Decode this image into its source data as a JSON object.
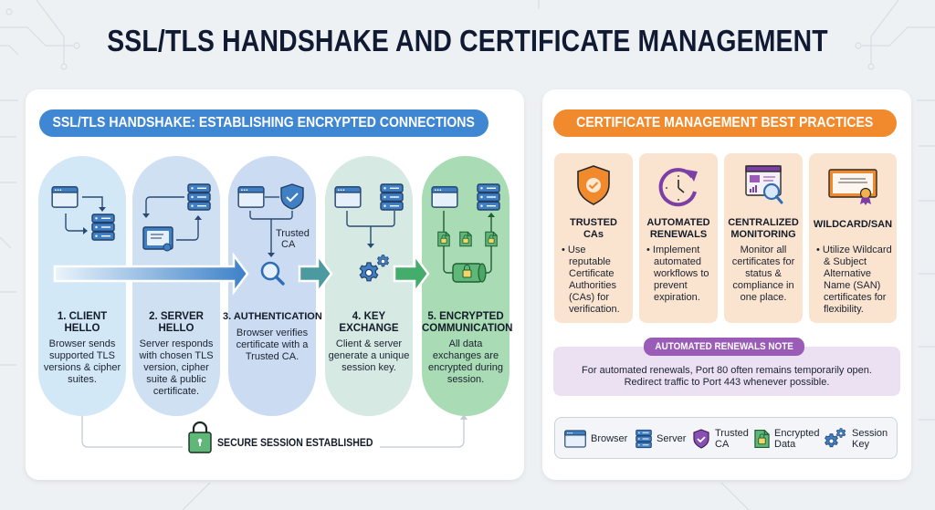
{
  "title": "SSL/TLS HANDSHAKE AND CERTIFICATE MANAGEMENT",
  "handshake": {
    "header": "SSL/TLS HANDSHAKE: ESTABLISHING ENCRYPTED CONNECTIONS",
    "steps": [
      {
        "title_line1": "1. CLIENT",
        "title_line2": "HELLO",
        "description": "Browser sends supported TLS versions & cipher suites.",
        "color": "#d3e8f6"
      },
      {
        "title_line1": "2. SERVER",
        "title_line2": "HELLO",
        "description": "Server responds with chosen TLS version, cipher suite & public certificate.",
        "color": "#cfe0f3"
      },
      {
        "title_line1": "3. AUTHENTICATION",
        "title_line2": "",
        "description": "Browser verifies certificate with a Trusted CA.",
        "color": "#cbdcf2",
        "icon_label_line1": "Trusted",
        "icon_label_line2": "CA"
      },
      {
        "title_line1": "4. KEY",
        "title_line2": "EXCHANGE",
        "description": "Client & server generate a unique session key.",
        "color": "#d6e9e3"
      },
      {
        "title_line1": "5. ENCRYPTED",
        "title_line2": "COMMUNICATION",
        "description": "All data exchanges are encrypted during session.",
        "color": "#a9dbb5"
      }
    ],
    "footer_label": "SECURE SESSION ESTABLISHED",
    "accent_color": "#3f87d2"
  },
  "best_practices": {
    "header": "CERTIFICATE MANAGEMENT BEST PRACTICES",
    "accent_color": "#f08a2c",
    "cards": [
      {
        "title_line1": "TRUSTED",
        "title_line2": "CAs",
        "text": "• Use reputable Certificate Authorities (CAs) for verification.",
        "icon": "shield-check-icon"
      },
      {
        "title_line1": "AUTOMATED",
        "title_line2": "RENEWALS",
        "text": "• Implement automated workflows to prevent expiration.",
        "icon": "clock-renew-icon"
      },
      {
        "title_line1": "CENTRALIZED",
        "title_line2": "MONITORING",
        "text": "Monitor all certificates for status & compliance in one place.",
        "icon": "monitoring-dashboard-icon"
      },
      {
        "title_line1": "WILDCARD/SAN",
        "title_line2": "",
        "text": "• Utilize Wildcard & Subject Alternative Name (SAN) certificates for flexibility.",
        "icon": "certificate-icon"
      }
    ],
    "note": {
      "label": "AUTOMATED RENEWALS NOTE",
      "line1": "For automated renewals, Port 80 often remains temporarily open.",
      "line2": "Redirect traffic to Port 443 whenever possible.",
      "color": "#9a5cb6"
    },
    "legend": [
      {
        "label_line1": "Browser",
        "label_line2": "",
        "icon": "browser-icon"
      },
      {
        "label_line1": "Server",
        "label_line2": "",
        "icon": "server-icon"
      },
      {
        "label_line1": "Trusted",
        "label_line2": "CA",
        "icon": "trusted-ca-shield-icon"
      },
      {
        "label_line1": "Encrypted",
        "label_line2": "Data",
        "icon": "encrypted-file-icon"
      },
      {
        "label_line1": "Session",
        "label_line2": "Key",
        "icon": "gears-icon"
      }
    ]
  }
}
